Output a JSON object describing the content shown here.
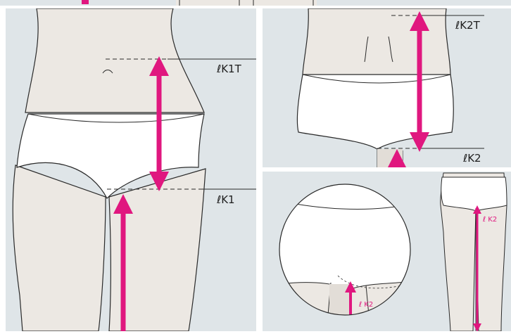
{
  "labels": {
    "lk1t": "ℓK1T",
    "lk1": "ℓK1",
    "lk2t": "ℓK2T",
    "lk2": "ℓK2",
    "lk2_zoom": "ℓ K2",
    "lk2_back": "ℓ K2"
  },
  "colors": {
    "background": "#dfe5e8",
    "skin": "#ece8e3",
    "skin_shade": "#e2ddd7",
    "garment": "#ffffff",
    "outline": "#2a2a2a",
    "arrow": "#e0177f",
    "panel_gap": "#ffffff"
  },
  "panels": [
    {
      "name": "front-view",
      "arrows": [
        "lk1t",
        "lk1"
      ]
    },
    {
      "name": "back-view",
      "arrows": [
        "lk2t",
        "lk2"
      ]
    },
    {
      "name": "detail-view",
      "arrows": [
        "lk2_zoom",
        "lk2_back"
      ]
    }
  ]
}
